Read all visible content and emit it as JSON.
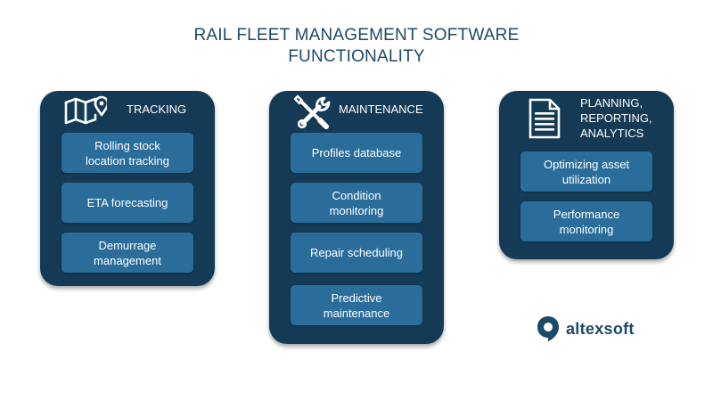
{
  "title": {
    "line1": "RAIL FLEET MANAGEMENT SOFTWARE",
    "line2": "FUNCTIONALITY"
  },
  "panels": [
    {
      "title": "TRACKING",
      "icon": "map-pin-icon",
      "items": [
        {
          "line1": "Rolling stock",
          "line2": "location tracking"
        },
        {
          "line1": "ETA forecasting",
          "line2": ""
        },
        {
          "line1": "Demurrage",
          "line2": "management"
        }
      ]
    },
    {
      "title": "MAINTENANCE",
      "icon": "wrench-screwdriver-icon",
      "items": [
        {
          "line1": "Profiles database",
          "line2": ""
        },
        {
          "line1": "Condition",
          "line2": "monitoring"
        },
        {
          "line1": "Repair scheduling",
          "line2": ""
        },
        {
          "line1": "Predictive",
          "line2": "maintenance"
        }
      ]
    },
    {
      "title_line1": "PLANNING,",
      "title_line2": "REPORTING,",
      "title_line3": "ANALYTICS",
      "icon": "document-icon",
      "items": [
        {
          "line1": "Optimizing asset",
          "line2": "utilization"
        },
        {
          "line1": "Performance",
          "line2": "monitoring"
        }
      ]
    }
  ],
  "logo": {
    "text": "altexsoft",
    "icon": "altexsoft-logo-icon"
  },
  "colors": {
    "panel": "#143a55",
    "item": "#2a6d9b",
    "title_text": "#1d4a68",
    "white": "#ffffff"
  }
}
